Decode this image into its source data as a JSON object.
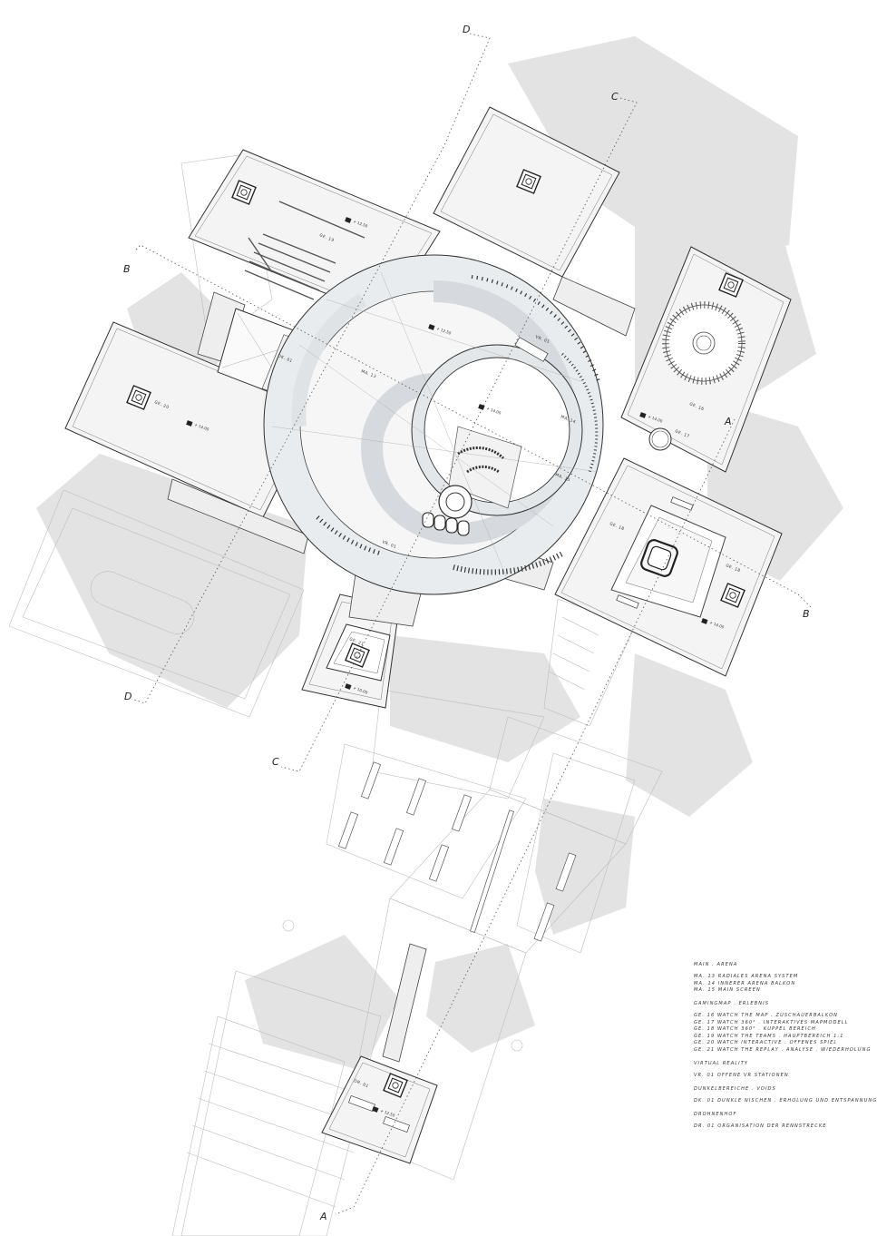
{
  "section_markers": [
    "A",
    "B",
    "C",
    "D"
  ],
  "rooms": {
    "ma13": "MA. 13",
    "ma14": "MA. 14",
    "ma15": "MA. 15",
    "ge16": "GE. 16",
    "ge17": "GE. 17",
    "ge18": "GE. 18",
    "ge18b": "GE. 18",
    "ge19": "GE. 19",
    "ge20": "GE. 20",
    "ge21": "GE. 21",
    "vr01": "VR. 01",
    "vr01b": "VR. 01",
    "dk01": "DK. 01",
    "dr01": "DR. 01"
  },
  "levels": {
    "l1": "+ 12.50",
    "l2": "+ 12.50",
    "l3": "+ 14.00",
    "l4": "+ 14.00",
    "l5": "+ 14.00",
    "l6": "+ 14.00",
    "l7": "+ 10.00",
    "l8": "+ 12.50"
  },
  "legend": {
    "groups": [
      {
        "heading": "MAIN . ARENA",
        "rows": [
          "MA. 13   RADIALES ARENA SYSTEM",
          "MA. 14   INNERER ARENA BALKON",
          "MA. 15   MAIN SCREEN"
        ]
      },
      {
        "heading": "GAMINGMAP . ERLEBNIS",
        "rows": [
          "GE. 16   WATCH THE MAP . ZUSCHAUERBALKON",
          "GE. 17   WATCH 360° . INTERAKTIVES MAPMODELL",
          "GE. 18   WATCH 360° . KUPPEL BEREICH",
          "GE. 19   WATCH THE TEAMS . HAUPTBEREICH 1:1",
          "GE. 20   WATCH INTERACTIVE . OFFENES SPIEL",
          "GE. 21   WATCH THE REPLAY . ANALYSE . WIEDERHOLUNG"
        ]
      },
      {
        "heading": "VIRTUAL REALITY",
        "rows": [
          "VR. 01   OFFENE VR STATIONEN"
        ]
      },
      {
        "heading": "DUNKELBEREICHE . VOIDS",
        "rows": [
          "DK. 01   DUNKLE NISCHEN . ERHOLUNG UND ENTSPANNUNG"
        ]
      },
      {
        "heading": "DROHNENHOF",
        "rows": [
          "DR. 01   ORGANISATION DER RENNSTRECKE"
        ]
      }
    ]
  }
}
